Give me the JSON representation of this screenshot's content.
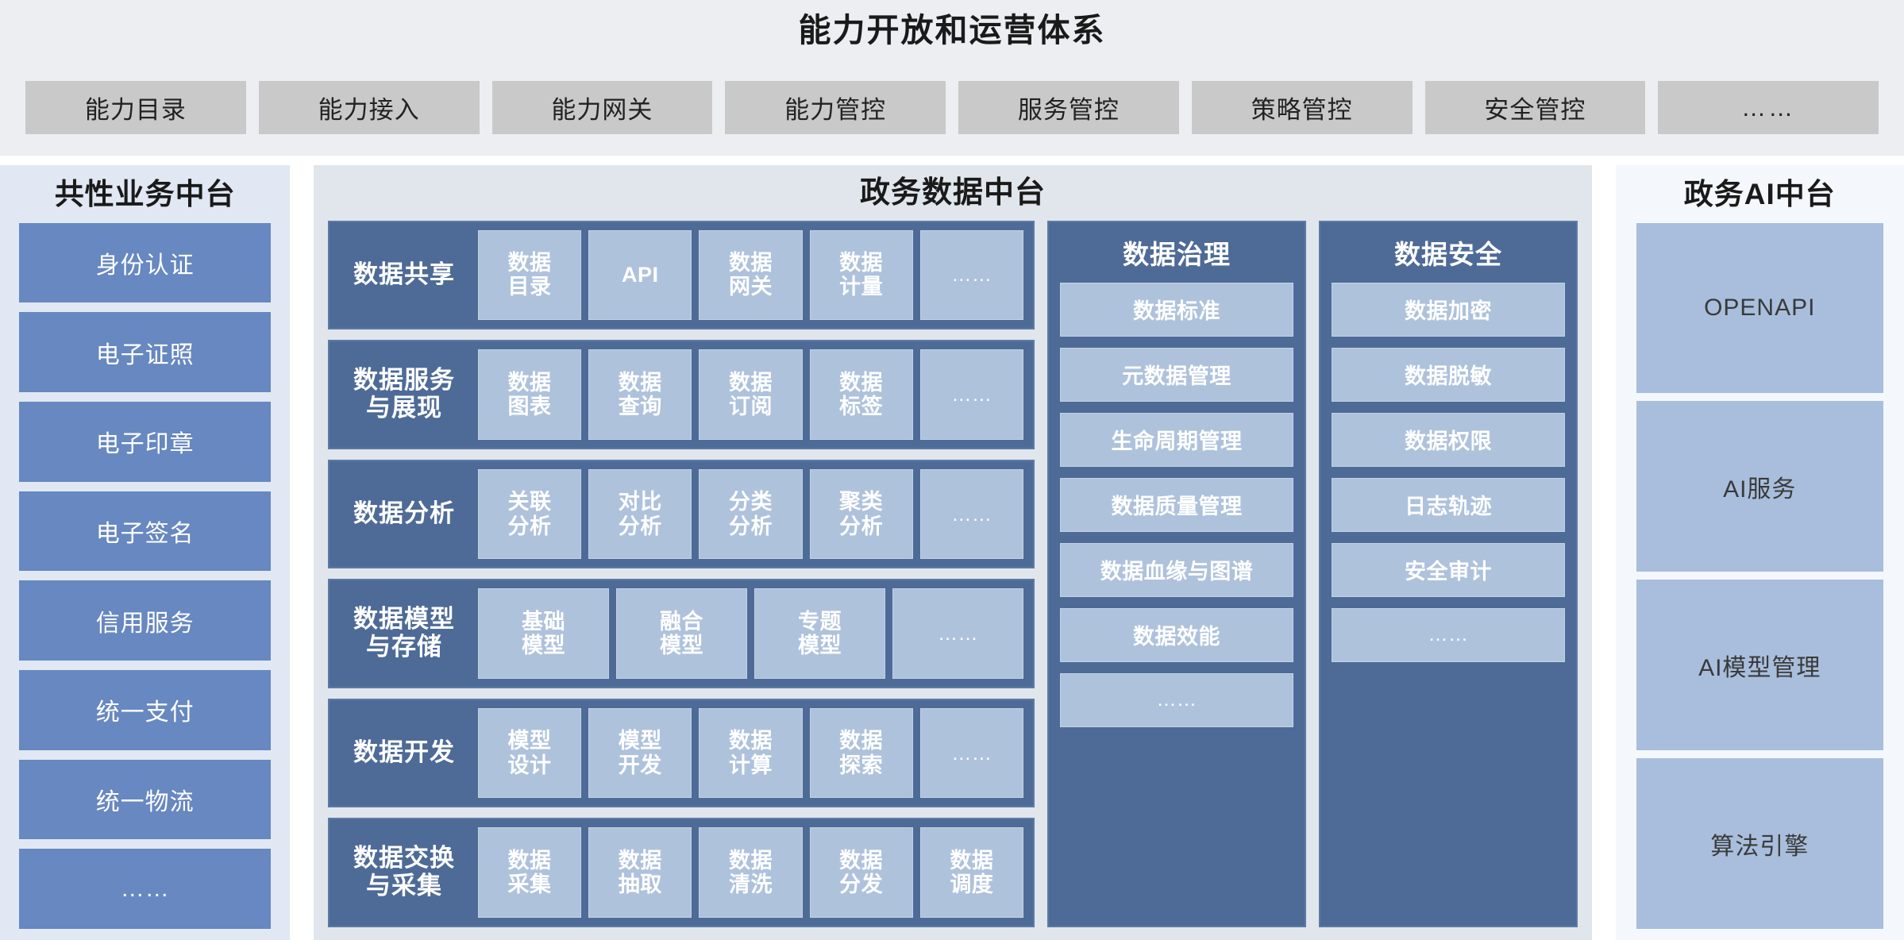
{
  "header": {
    "title": "能力开放和运营体系",
    "chips": [
      "能力目录",
      "能力接入",
      "能力网关",
      "能力管控",
      "服务管控",
      "策略管控",
      "安全管控",
      "……"
    ]
  },
  "left_panel": {
    "title": "共性业务中台",
    "items": [
      "身份认证",
      "电子证照",
      "电子印章",
      "电子签名",
      "信用服务",
      "统一支付",
      "统一物流",
      "……"
    ]
  },
  "center_panel": {
    "title": "政务数据中台",
    "rows": [
      {
        "label": "数据共享",
        "cells": [
          "数据目录",
          "API",
          "数据网关",
          "数据计量",
          "……"
        ]
      },
      {
        "label": "数据服务与展现",
        "cells": [
          "数据图表",
          "数据查询",
          "数据订阅",
          "数据标签",
          "……"
        ]
      },
      {
        "label": "数据分析",
        "cells": [
          "关联分析",
          "对比分析",
          "分类分析",
          "聚类分析",
          "……"
        ]
      },
      {
        "label": "数据模型与存储",
        "cells": [
          "基础模型",
          "融合模型",
          "专题模型",
          "……"
        ]
      },
      {
        "label": "数据开发",
        "cells": [
          "模型设计",
          "模型开发",
          "数据计算",
          "数据探索",
          "……"
        ]
      },
      {
        "label": "数据交换与采集",
        "cells": [
          "数据采集",
          "数据抽取",
          "数据清洗",
          "数据分发",
          "数据调度"
        ]
      }
    ],
    "governance": {
      "title": "数据治理",
      "items": [
        "数据标准",
        "元数据管理",
        "生命周期管理",
        "数据质量管理",
        "数据血缘与图谱",
        "数据效能",
        "……"
      ]
    },
    "security": {
      "title": "数据安全",
      "items": [
        "数据加密",
        "数据脱敏",
        "数据权限",
        "日志轨迹",
        "安全审计",
        "……"
      ]
    }
  },
  "right_panel": {
    "title": "政务AI中台",
    "items": [
      "OPENAPI",
      "AI服务",
      "AI模型管理",
      "算法引擎"
    ]
  },
  "colors": {
    "top_band_bg": "#ECEEF1",
    "top_chip_bg": "#C9C9C9",
    "left_panel_bg": "#E1E8F3",
    "left_item_bg": "#6788C0",
    "center_panel_bg": "#E1E5EC",
    "row_bg": "#4E6B97",
    "cell_bg": "#AEC2DC",
    "right_panel_bg": "#F4F7FC",
    "right_item_bg": "#A9BEDC"
  }
}
